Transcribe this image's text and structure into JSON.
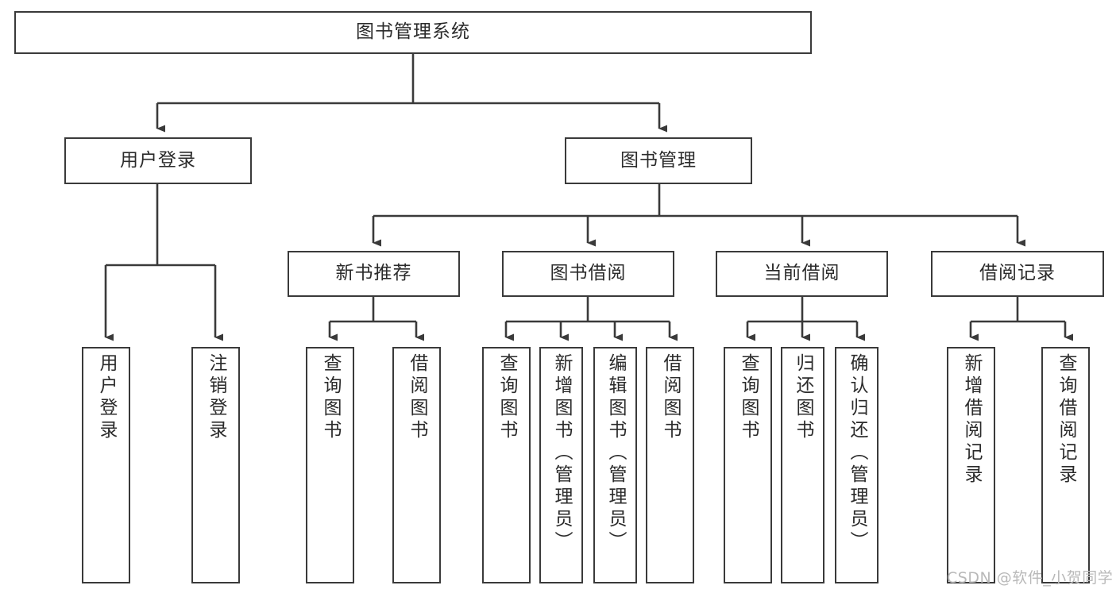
{
  "diagram": {
    "type": "tree-structure-chart",
    "title": "图书管理系统",
    "stroke_color": "#3a3a3a",
    "text_color": "#2b2b2b",
    "background": "#ffffff",
    "nodes": {
      "root": {
        "label": "图书管理系统"
      },
      "level2": [
        {
          "id": "user-login",
          "label": "用户登录"
        },
        {
          "id": "book-management",
          "label": "图书管理"
        }
      ],
      "level3": [
        {
          "id": "new-book-recommend",
          "label": "新书推荐"
        },
        {
          "id": "book-borrow",
          "label": "图书借阅"
        },
        {
          "id": "current-borrow",
          "label": "当前借阅"
        },
        {
          "id": "borrow-record",
          "label": "借阅记录"
        }
      ],
      "leaves": {
        "user_login": [
          {
            "id": "leaf-user-login",
            "label": "用户登录"
          },
          {
            "id": "leaf-logout-login",
            "label": "注销登录"
          }
        ],
        "new_book_recommend": [
          {
            "id": "leaf-query-book-1",
            "label": "查询图书"
          },
          {
            "id": "leaf-borrow-book-1",
            "label": "借阅图书"
          }
        ],
        "book_borrow": [
          {
            "id": "leaf-query-book-2",
            "label": "查询图书"
          },
          {
            "id": "leaf-add-book",
            "label": "新增图书（管理员）"
          },
          {
            "id": "leaf-edit-book",
            "label": "编辑图书（管理员）"
          },
          {
            "id": "leaf-borrow-book-2",
            "label": "借阅图书"
          }
        ],
        "current_borrow": [
          {
            "id": "leaf-query-book-3",
            "label": "查询图书"
          },
          {
            "id": "leaf-return-book",
            "label": "归还图书"
          },
          {
            "id": "leaf-confirm-return",
            "label": "确认归还（管理员）"
          }
        ],
        "borrow_record": [
          {
            "id": "leaf-add-borrow-record",
            "label": "新增借阅记录"
          },
          {
            "id": "leaf-query-borrow-record",
            "label": "查询借阅记录"
          }
        ]
      }
    }
  },
  "watermark": {
    "text": "CSDN @软件_小贺同学"
  }
}
